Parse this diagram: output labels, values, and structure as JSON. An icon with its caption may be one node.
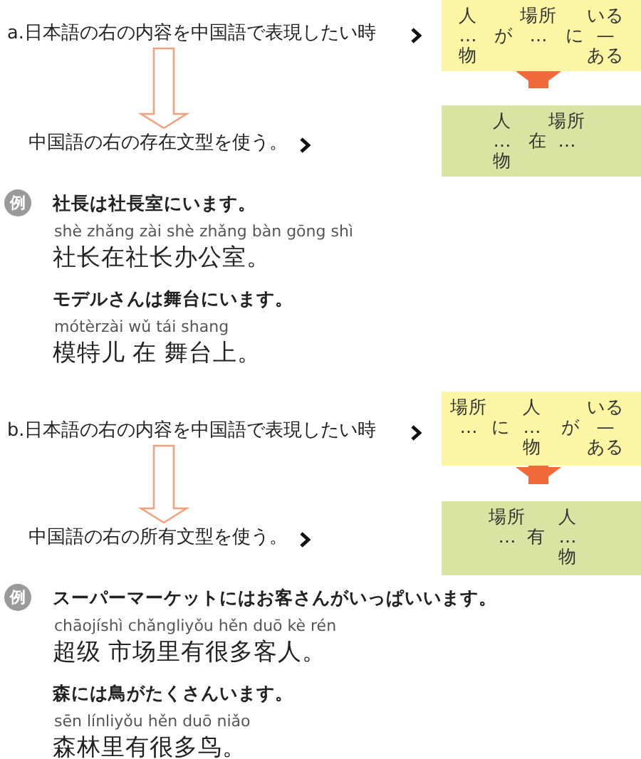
{
  "diagram": {
    "nodes": [
      {
        "text": [
          "a.日本語の右の内容を中国語で表現したい時"
        ]
      },
      {
        "text": [
          "人 … 物",
          "が",
          "場所 …",
          "に",
          "いる — ある"
        ]
      },
      {
        "text": [
          "中国語の右の存在文型を使う。"
        ]
      },
      {
        "text": [
          "人 … 物",
          "在",
          "場所 …"
        ]
      },
      {
        "text": [
          "b.日本語の右の内容を中国語で表現したい時"
        ]
      },
      {
        "text": [
          "場所 …",
          "に",
          "人 … 物",
          "が",
          "いる — ある"
        ]
      },
      {
        "text": [
          "中国語の右の所有文型を使う。"
        ]
      },
      {
        "text": [
          "場所 …",
          "有",
          "人 … 物"
        ]
      }
    ],
    "edges": [
      {
        "from": 0,
        "to": 2,
        "arrow": "to",
        "color": "#f4a07e"
      },
      {
        "from": 1,
        "to": 3,
        "arrow": "to",
        "style": "thick",
        "color": "#f26a3c"
      },
      {
        "from": 4,
        "to": 6,
        "arrow": "to",
        "color": "#f4a07e"
      },
      {
        "from": 5,
        "to": 7,
        "arrow": "to",
        "style": "thick",
        "color": "#f26a3c"
      }
    ],
    "labels": [
      "例",
      "社長は社長室にいます。",
      "shè zhǎng zài shè zhǎng bàn gōng shì",
      "社长在社长办公室。",
      "モデルさんは舞台にいます。",
      "mótèrzài wǔ tái shang",
      "模特儿 在 舞台上。",
      "例",
      "スーパーマーケットにはお客さんがいっぱいいます。",
      "chāojíshì chǎngliyǒu hěn duō kè rén",
      "超级 市场里有很多客人。",
      "森には鳥がたくさんいます。",
      "sēn línliyǒu hěn duō niǎo",
      "森林里有很多鸟。"
    ]
  }
}
